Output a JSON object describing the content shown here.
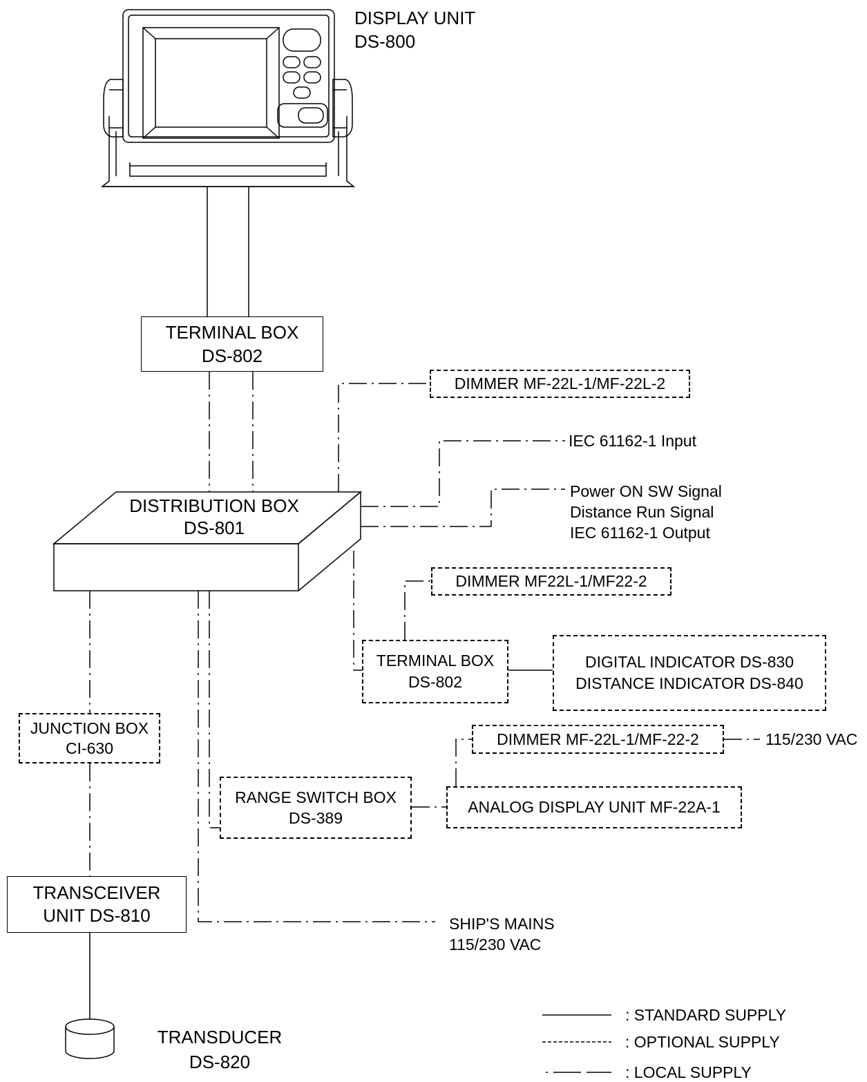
{
  "display_unit": {
    "title": "DISPLAY UNIT",
    "model": "DS-800"
  },
  "terminal_box_top": {
    "line1": "TERMINAL BOX",
    "line2": "DS-802"
  },
  "dimmer_1": {
    "label": "DIMMER  MF-22L-1/MF-22L-2"
  },
  "iec_input": {
    "label": "IEC 61162-1 Input"
  },
  "signals": {
    "line1": "Power ON SW Signal",
    "line2": "Distance Run Signal",
    "line3": "IEC 61162-1 Output"
  },
  "distribution_box": {
    "line1": "DISTRIBUTION BOX",
    "line2": "DS-801"
  },
  "dimmer_2": {
    "label": "DIMMER  MF22L-1/MF22-2"
  },
  "terminal_box_2": {
    "line1": "TERMINAL BOX",
    "line2": "DS-802"
  },
  "indicators": {
    "line1": "DIGITAL INDICATOR DS-830",
    "line2": "DISTANCE INDICATOR DS-840"
  },
  "junction_box": {
    "line1": "JUNCTION BOX",
    "line2": "CI-630"
  },
  "dimmer_3": {
    "label": "DIMMER  MF-22L-1/MF-22-2"
  },
  "vac_115_230": {
    "label": "115/230 VAC"
  },
  "range_switch_box": {
    "line1": "RANGE SWITCH BOX",
    "line2": "DS-389"
  },
  "analog_display": {
    "label": "ANALOG DISPLAY UNIT MF-22A-1"
  },
  "transceiver": {
    "line1": "TRANSCEIVER",
    "line2": "UNIT DS-810"
  },
  "ships_mains": {
    "line1": "SHIP'S MAINS",
    "line2": "115/230 VAC"
  },
  "transducer": {
    "line1": "TRANSDUCER",
    "line2": "DS-820"
  },
  "legend": {
    "standard": ": STANDARD SUPPLY",
    "optional": ": OPTIONAL SUPPLY",
    "local": ": LOCAL SUPPLY"
  },
  "colors": {
    "ink": "#000000",
    "background": "#ffffff"
  }
}
